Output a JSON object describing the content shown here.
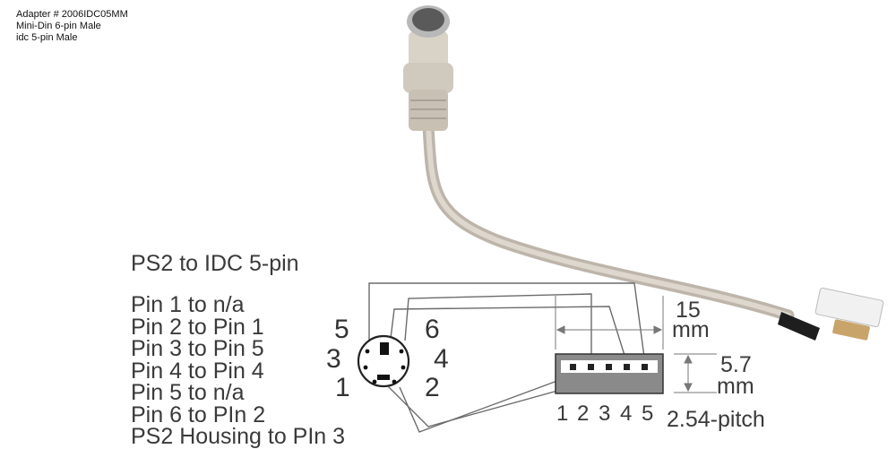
{
  "header": {
    "adapter": "Adapter # 2006IDC05MM",
    "connector_a": "Mini-Din 6-pin Male",
    "connector_b": "idc 5-pin Male"
  },
  "diagram": {
    "title": "PS2 to IDC 5-pin",
    "mapping": [
      "Pin 1 to n/a",
      "Pin 2 to Pin 1",
      "Pin 3 to Pin 5",
      "Pin 4 to Pin 4",
      "Pin 5 to n/a",
      "Pin 6 to PIn 2",
      "PS2  Housing to PIn 3"
    ],
    "minidin_pin_labels": {
      "p5": "5",
      "p6": "6",
      "p3": "3",
      "p4": "4",
      "p1": "1",
      "p2": "2"
    },
    "idc_pin_labels": [
      "1",
      "2",
      "3",
      "4",
      "5"
    ],
    "width_value": "15",
    "width_unit": "mm",
    "height_value": "5.7",
    "height_unit": "mm",
    "pitch": "2.54-pitch"
  },
  "colors": {
    "cable": "#cfc8bd",
    "connector_body": "#8a8a8a",
    "wire_line": "#6b6b6b",
    "text": "#3a3a3a"
  }
}
